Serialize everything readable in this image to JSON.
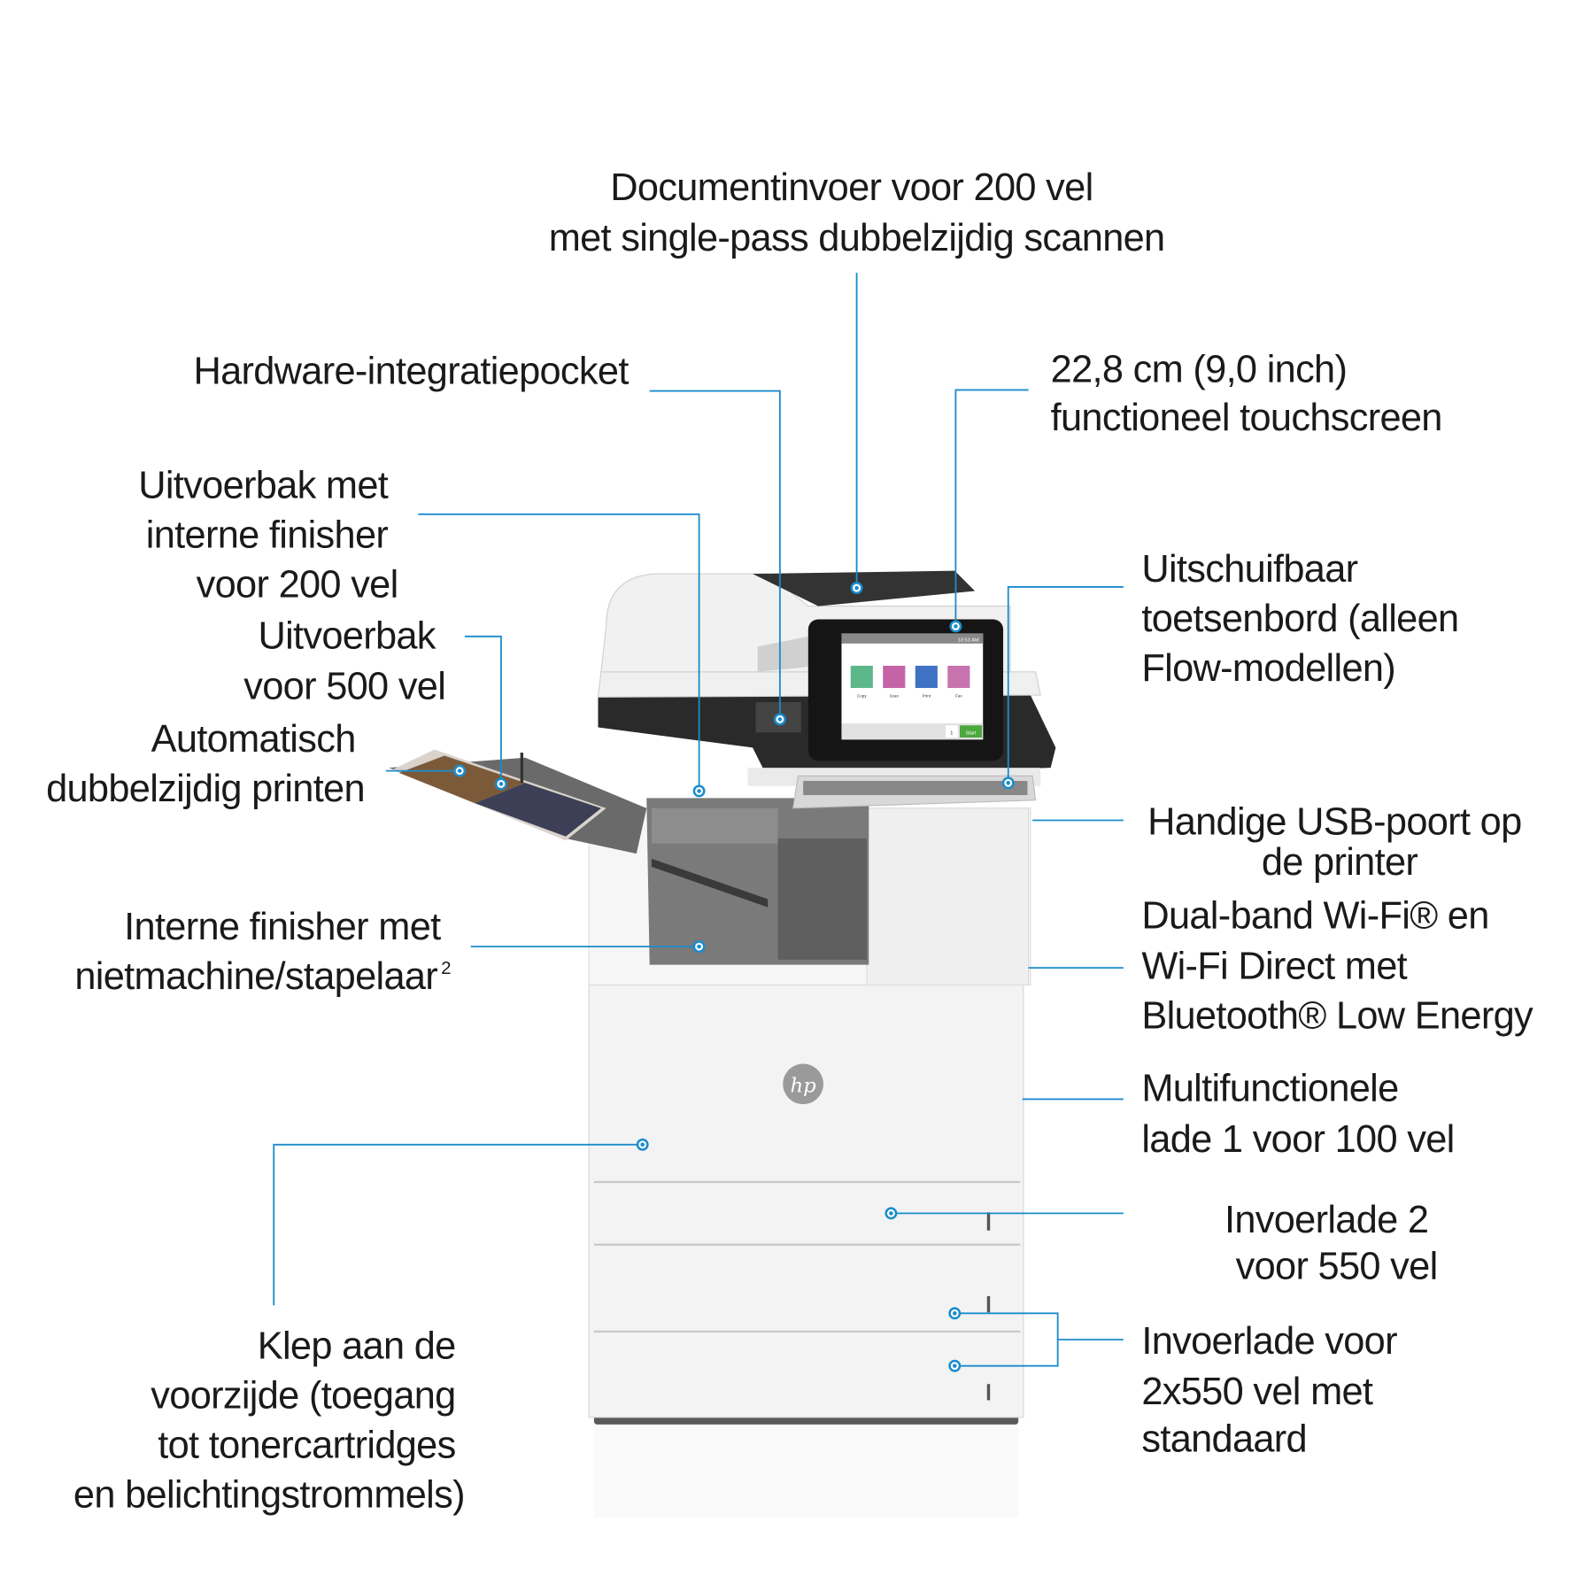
{
  "callouts": {
    "adf": [
      "Documentinvoer voor 200 vel",
      "met single-pass dubbelzijdig scannen"
    ],
    "hip": [
      "Hardware-integratiepocket"
    ],
    "touchscreen": [
      "22,8 cm (9,0 inch)",
      "functioneel touchscreen"
    ],
    "finisher_bin": [
      "Uitvoerbak met",
      "interne finisher",
      "voor 200 vel"
    ],
    "output_bin": [
      "Uitvoerbak",
      "voor 500 vel"
    ],
    "duplex": [
      "Automatisch",
      "dubbelzijdig printen"
    ],
    "keyboard": [
      "Uitschuifbaar",
      "toetsenbord (alleen",
      "Flow-modellen)"
    ],
    "usb": [
      "Handige USB-poort op",
      "de printer"
    ],
    "wifi": [
      "Dual-band Wi-Fi® en",
      "Wi-Fi Direct met",
      "Bluetooth® Low Energy"
    ],
    "stapler": [
      "Interne finisher met",
      "nietmachine/stapelaar",
      "2"
    ],
    "tray1": [
      "Multifunctionele",
      "lade 1 voor 100 vel"
    ],
    "tray2": [
      "Invoerlade 2",
      "voor 550 vel"
    ],
    "tray34": [
      "Invoerlade voor",
      "2x550 vel met",
      "standaard"
    ],
    "front_door": [
      "Klep aan de",
      "voorzijde (toegang",
      "tot tonercartridges",
      "en belichtingstrommels)"
    ]
  },
  "printer": {
    "logo": "hp",
    "screen_tiles": [
      "Copy",
      "Scan",
      "Print",
      "Fax"
    ],
    "screen_time": "10:53 AM",
    "screen_copies": "1",
    "screen_start": "Start"
  },
  "colors": {
    "accent": "#1a8ccc",
    "text": "#1a1a1a"
  }
}
